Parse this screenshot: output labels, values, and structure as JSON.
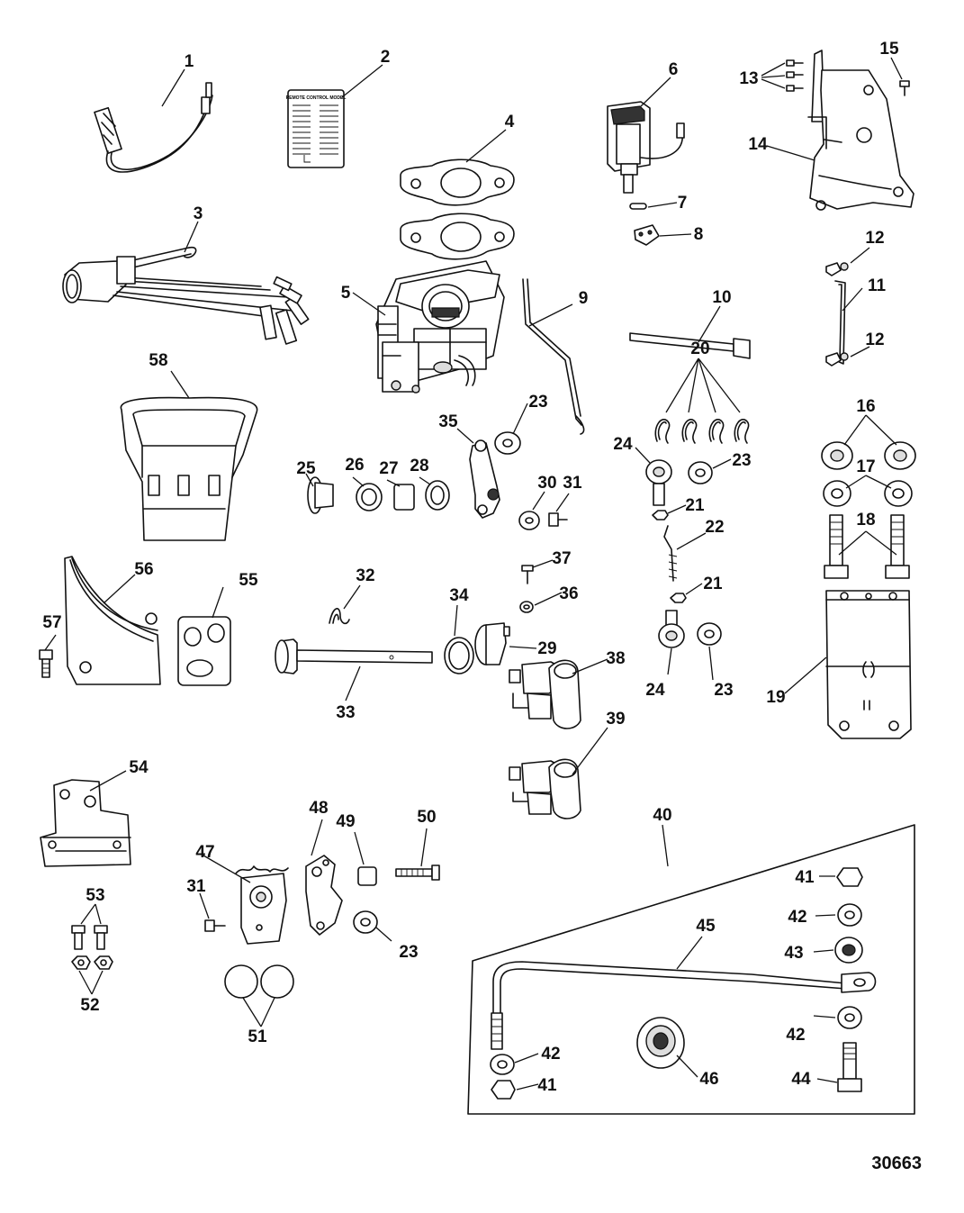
{
  "diagram": {
    "drawing_number": "30663",
    "decal_title": "REMOTE CONTROL MODEL",
    "callouts": {
      "c1": "1",
      "c2": "2",
      "c3": "3",
      "c4": "4",
      "c5": "5",
      "c6": "6",
      "c7": "7",
      "c8": "8",
      "c9": "9",
      "c10": "10",
      "c11": "11",
      "c12a": "12",
      "c12b": "12",
      "c13": "13",
      "c14": "14",
      "c15": "15",
      "c16": "16",
      "c17": "17",
      "c18": "18",
      "c19": "19",
      "c20": "20",
      "c21a": "21",
      "c21b": "21",
      "c22": "22",
      "c23a": "23",
      "c23b": "23",
      "c23c": "23",
      "c23d": "23",
      "c24a": "24",
      "c24b": "24",
      "c25": "25",
      "c26": "26",
      "c27": "27",
      "c28": "28",
      "c29": "29",
      "c30": "30",
      "c31a": "31",
      "c31b": "31",
      "c32": "32",
      "c33": "33",
      "c34": "34",
      "c35": "35",
      "c36": "36",
      "c37": "37",
      "c38": "38",
      "c39": "39",
      "c40": "40",
      "c41a": "41",
      "c41b": "41",
      "c42a": "42",
      "c42b": "42",
      "c42c": "42",
      "c43": "43",
      "c44": "44",
      "c45": "45",
      "c46": "46",
      "c47": "47",
      "c48": "48",
      "c49": "49",
      "c50": "50",
      "c51": "51",
      "c52": "52",
      "c53": "53",
      "c54": "54",
      "c55": "55",
      "c56": "56",
      "c57": "57",
      "c58": "58"
    }
  }
}
